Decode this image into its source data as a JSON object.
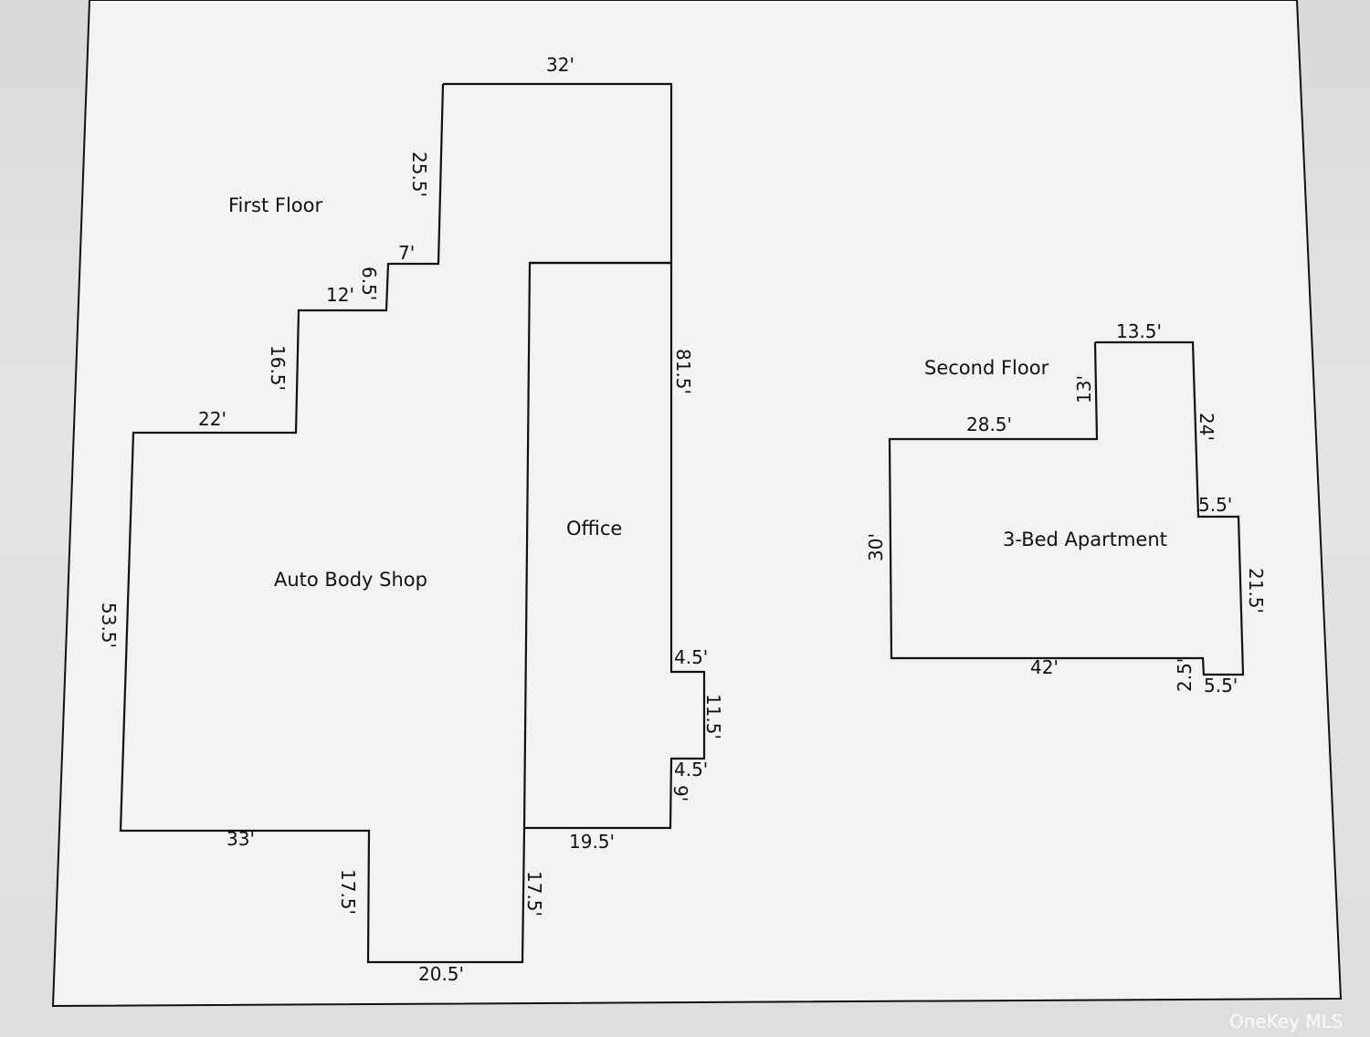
{
  "first_floor": {
    "label": "First Floor",
    "rooms": {
      "auto_body_shop": "Auto Body Shop",
      "office": "Office"
    },
    "dimensions": {
      "top": "32'",
      "left_upper": "25.5'",
      "step_7": "7'",
      "step_6_5": "6.5'",
      "step_12": "12'",
      "step_16_5": "16.5'",
      "step_22": "22'",
      "right_81_5": "81.5'",
      "left_53_5": "53.5'",
      "right_4_5_top": "4.5'",
      "right_11_5": "11.5'",
      "right_4_5_bottom": "4.5'",
      "right_9": "9'",
      "bottom_33": "33'",
      "bottom_19_5": "19.5'",
      "notch_left_17_5": "17.5'",
      "notch_right_17_5": "17.5'",
      "notch_bottom_20_5": "20.5'"
    }
  },
  "second_floor": {
    "label": "Second Floor",
    "rooms": {
      "apartment": "3-Bed Apartment"
    },
    "dimensions": {
      "top_13_5": "13.5'",
      "left_13": "13'",
      "top_28_5": "28.5'",
      "right_24": "24'",
      "step_5_5_top": "5.5'",
      "left_30": "30'",
      "right_21_5": "21.5'",
      "bottom_42": "42'",
      "step_2_5": "2.5'",
      "step_5_5_bottom": "5.5'"
    }
  },
  "watermark": "OneKey MLS"
}
